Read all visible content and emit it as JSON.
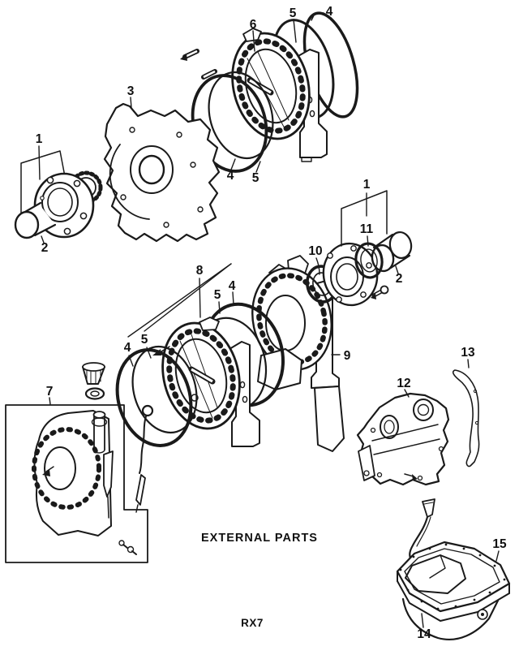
{
  "footer": {
    "title": "EXTERNAL PARTS",
    "model": "RX7"
  },
  "colors": {
    "ink": "#1a1a1a",
    "paper": "#ffffff"
  },
  "callouts": [
    {
      "n": "6"
    },
    {
      "n": "5"
    },
    {
      "n": "4"
    },
    {
      "n": "4"
    },
    {
      "n": "5"
    },
    {
      "n": "1"
    },
    {
      "n": "2"
    },
    {
      "n": "3"
    },
    {
      "n": "8"
    },
    {
      "n": "5"
    },
    {
      "n": "4"
    },
    {
      "n": "4"
    },
    {
      "n": "5"
    },
    {
      "n": "9"
    },
    {
      "n": "10"
    },
    {
      "n": "1"
    },
    {
      "n": "11"
    },
    {
      "n": "2"
    },
    {
      "n": "7"
    },
    {
      "n": "12"
    },
    {
      "n": "13"
    },
    {
      "n": "15"
    },
    {
      "n": "14"
    }
  ]
}
